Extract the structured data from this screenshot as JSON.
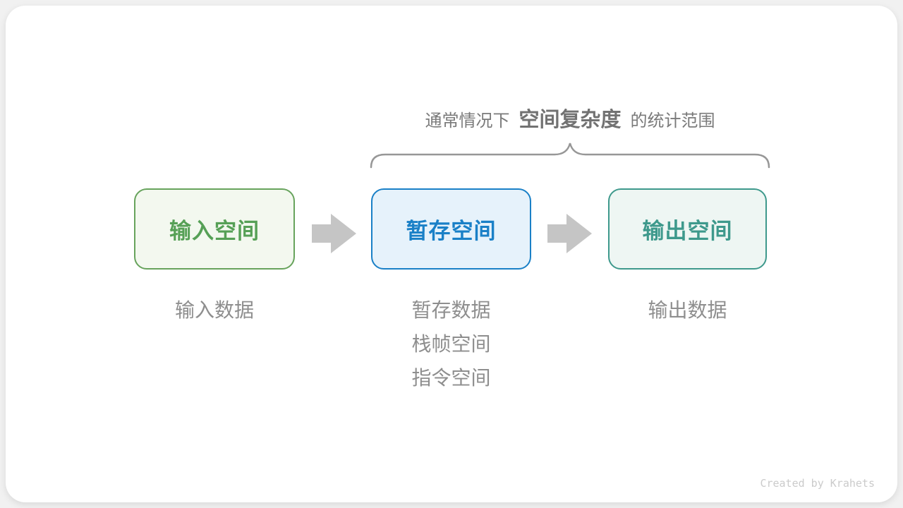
{
  "title": {
    "prefix": "通常情况下",
    "highlight": "空间复杂度",
    "suffix": "的统计范围"
  },
  "boxes": [
    {
      "label": "输入空间",
      "text_color": "#56A056",
      "border_color": "#67A35C",
      "bg_color": "#F3F8EF"
    },
    {
      "label": "暂存空间",
      "text_color": "#1A80C7",
      "border_color": "#1A80C7",
      "bg_color": "#E6F2FB"
    },
    {
      "label": "输出空间",
      "text_color": "#3E998C",
      "border_color": "#3E998C",
      "bg_color": "#EEF6F3"
    }
  ],
  "captions": [
    {
      "lines": [
        "输入数据"
      ]
    },
    {
      "lines": [
        "暂存数据",
        "栈帧空间",
        "指令空间"
      ]
    },
    {
      "lines": [
        "输出数据"
      ]
    }
  ],
  "credit": "Created by Krahets",
  "colors": {
    "page_bg": "#F1F1F1",
    "card_bg": "#FFFFFF",
    "title_text": "#7A7A7A",
    "caption_text": "#8E8E8E",
    "brace": "#979797",
    "arrow": "#C5C5C5",
    "credit_text": "#CBCBCB"
  }
}
